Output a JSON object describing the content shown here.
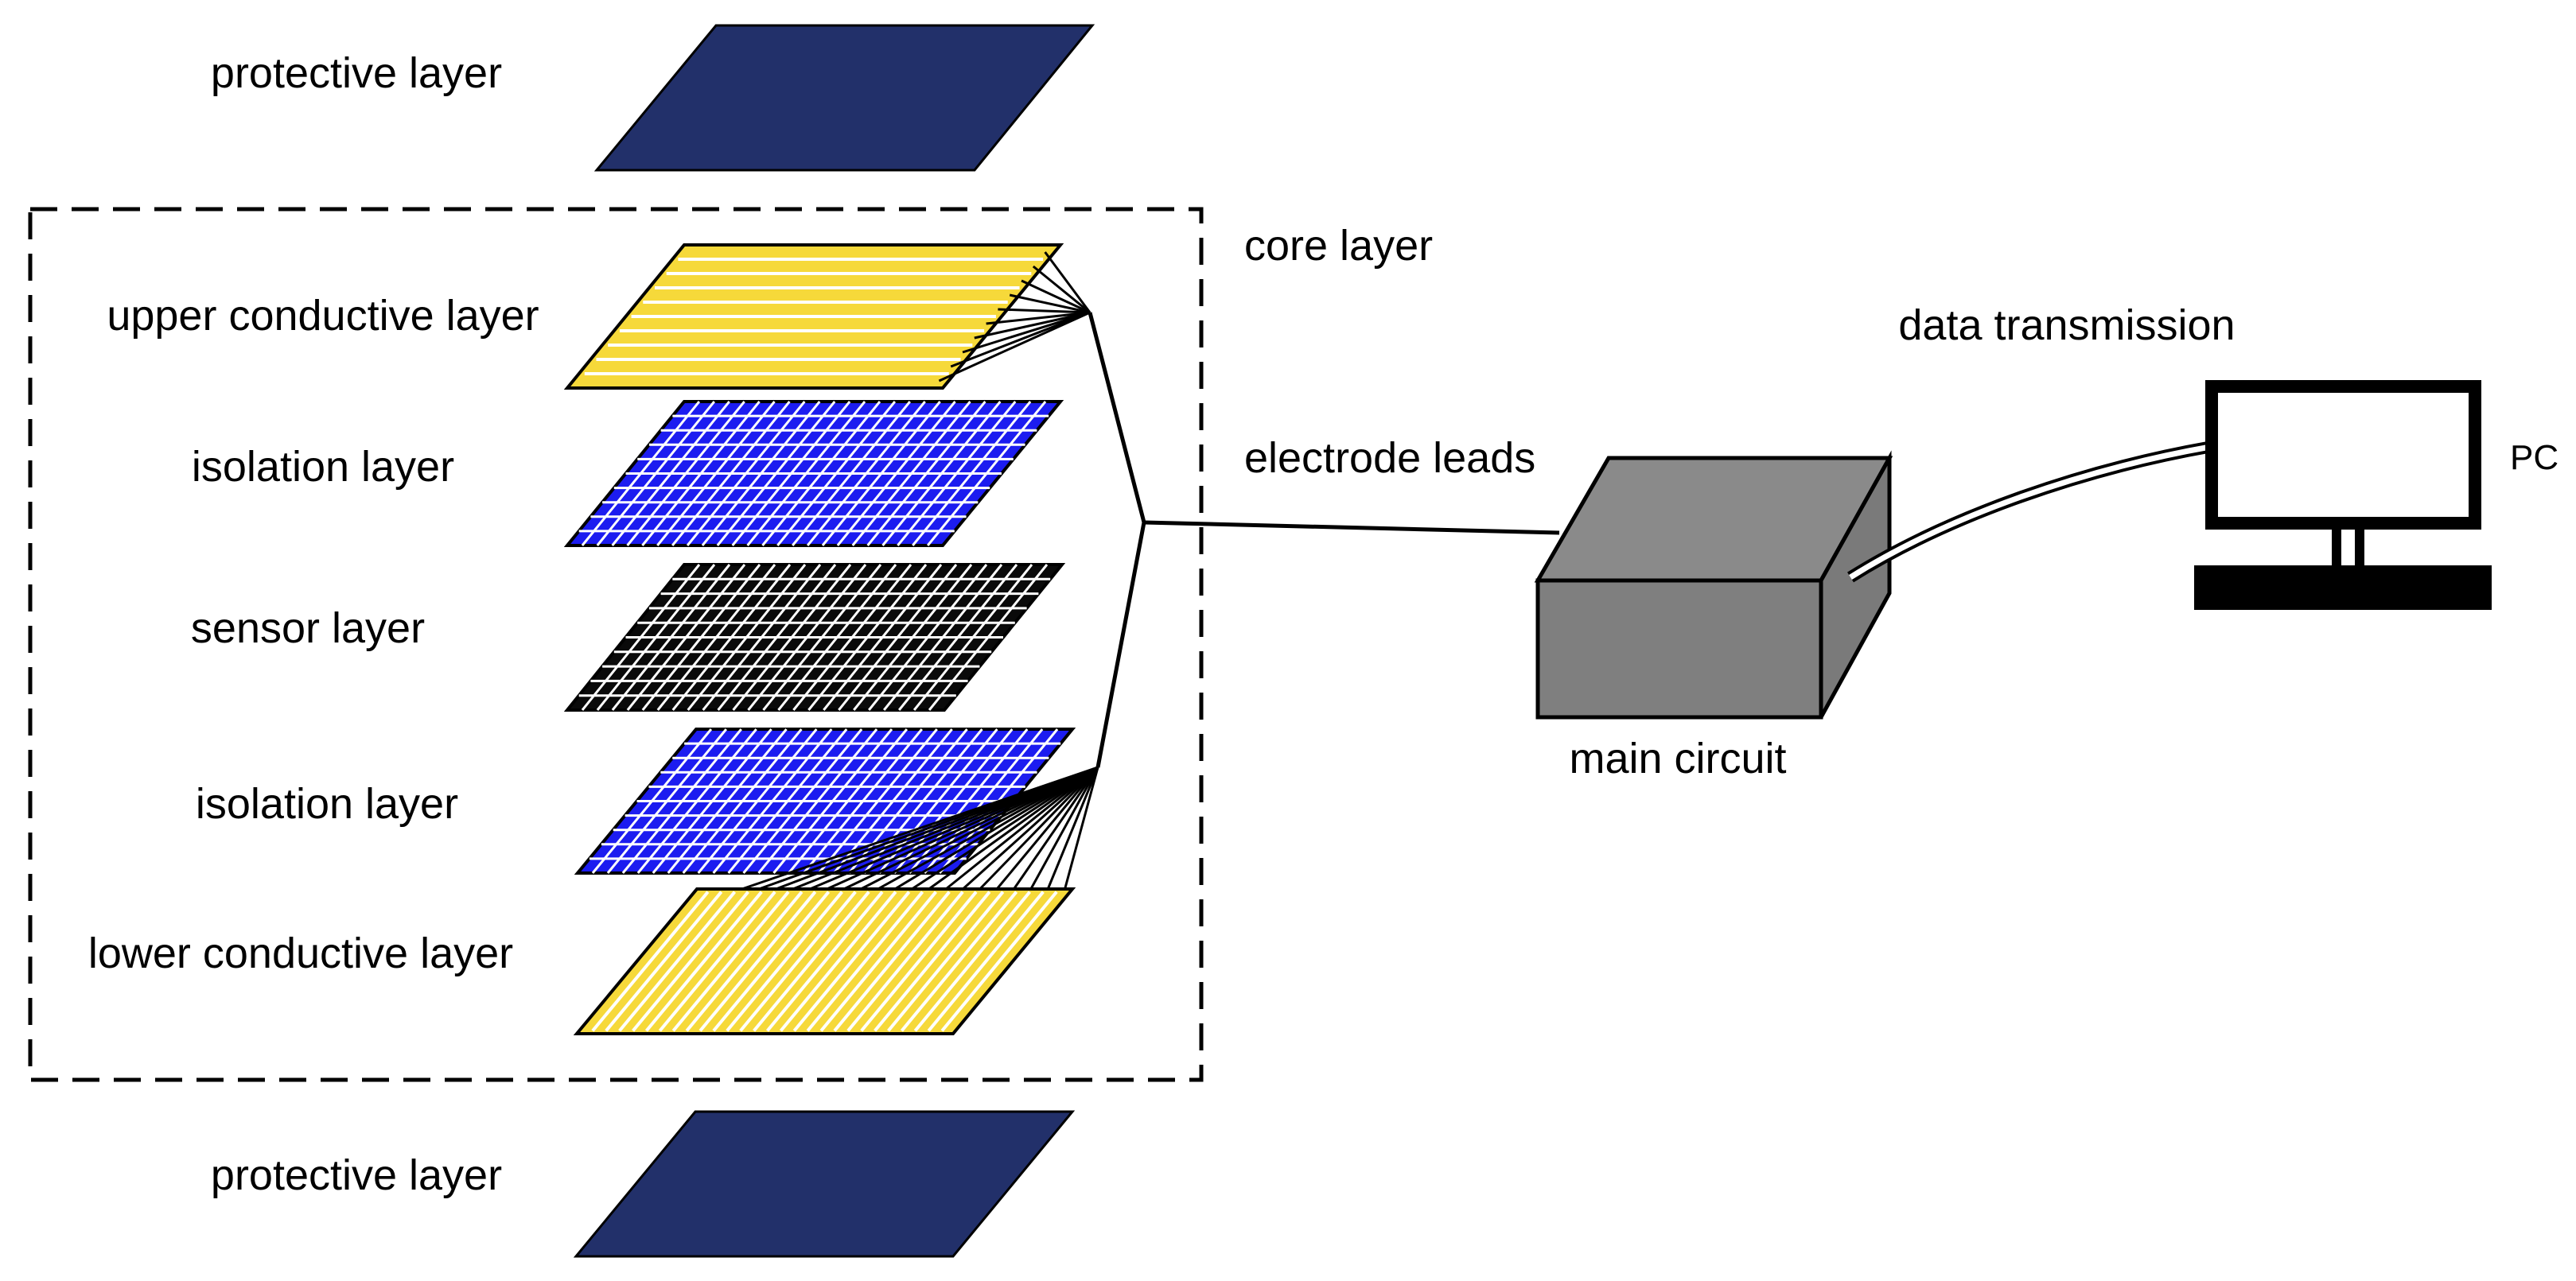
{
  "labels": {
    "protective_top": "protective layer",
    "core_layer": "core layer",
    "upper_conductive": "upper conductive layer",
    "isolation_upper": "isolation layer",
    "sensor": "sensor layer",
    "isolation_lower": "isolation layer",
    "lower_conductive": "lower conductive layer",
    "protective_bottom": "protective layer",
    "electrode_leads": "electrode leads",
    "main_circuit": "main circuit",
    "data_transmission": "data transmission",
    "pc": "PC"
  },
  "colors": {
    "protective": "#22306a",
    "conductive": "#f6d93a",
    "isolation": "#1c1cf0",
    "sensor": "#0a0a0a",
    "box_front": "#7f7f7f",
    "box_top": "#8a8a8a",
    "box_side": "#7a7a7a",
    "outline": "#000000"
  },
  "icons": {
    "core_boundary": "dashed-rectangle",
    "main_circuit": "box-3d-icon",
    "pc": "monitor-icon"
  }
}
